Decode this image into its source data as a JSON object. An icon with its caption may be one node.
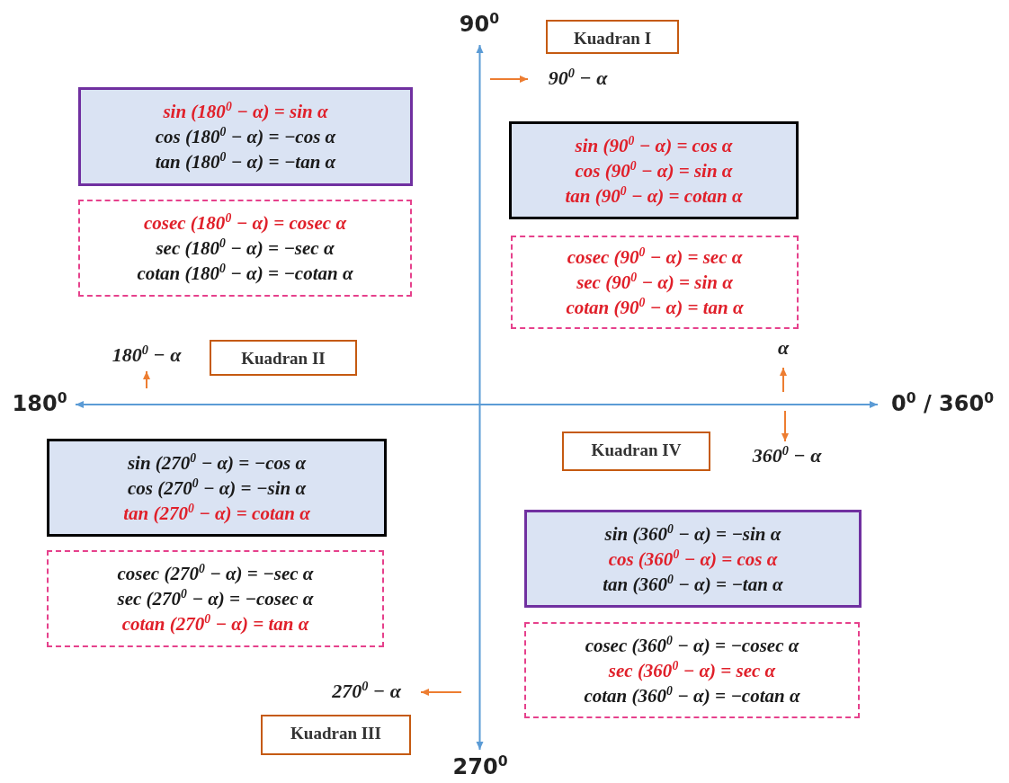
{
  "diagram": {
    "nodes": [
      {
        "text": [
          "90$^{0}$"
        ]
      },
      {
        "text": [
          "Kuadran I"
        ]
      },
      {
        "text": [
          "90$^{0}$ − α"
        ]
      },
      {
        "text": [
          "sin (180$^{0}$ − α) = sin α",
          "cos (180$^{0}$ − α) = −cos α",
          "tan (180$^{0}$ − α) = −tan α"
        ]
      },
      {
        "text": [
          "sin (90$^{0}$ − α) = cos α",
          "cos (90$^{0}$ − α) = sin α",
          "tan (90$^{0}$ − α) = cotan α"
        ]
      },
      {
        "text": [
          "cosec (180$^{0}$ − α) = cosec α",
          "sec (180$^{0}$ − α) = −sec α",
          "cotan (180$^{0}$ − α) = −cotan α"
        ]
      },
      {
        "text": [
          "cosec (90$^{0}$ − α) = sec α",
          "sec (90$^{0}$ − α) = sin α",
          "cotan (90$^{0}$ − α) = tan α"
        ]
      },
      {
        "text": [
          "180$^{0}$ − α"
        ]
      },
      {
        "text": [
          "Kuadran II"
        ]
      },
      {
        "text": [
          "α"
        ]
      },
      {
        "text": [
          "180$^{0}$"
        ]
      },
      {
        "text": [
          "0$^{0}$ / 360$^{0}$"
        ]
      },
      {
        "text": [
          "Kuadran IV"
        ]
      },
      {
        "text": [
          "360$^{0}$ − α"
        ]
      },
      {
        "text": [
          "sin (270$^{0}$ − α) = −cos α",
          "cos (270$^{0}$ − α) = −sin α",
          "tan (270$^{0}$ − α) = cotan α"
        ]
      },
      {
        "text": [
          "sin (360$^{0}$ − α) = −sin α",
          "cos (360$^{0}$ − α) = cos α",
          "tan (360$^{0}$ − α) = −tan α"
        ]
      },
      {
        "text": [
          "cosec (270$^{0}$ − α) = −sec α",
          "sec (270$^{0}$ − α) = −cosec α",
          "cotan (270$^{0}$ − α) = tan α"
        ]
      },
      {
        "text": [
          "cosec (360$^{0}$ − α) = −cosec α",
          "sec (360$^{0}$ − α) = sec α",
          "cotan (360$^{0}$ − α) = −cotan α"
        ]
      },
      {
        "text": [
          "270$^{0}$ − α"
        ]
      },
      {
        "text": [
          "Kuadran III"
        ]
      },
      {
        "text": [
          "270$^{0}$"
        ]
      }
    ],
    "edges": [
      {
        "from": 10,
        "to": 11,
        "arrow": "both",
        "color": "#5b9bd5"
      },
      {
        "from": 0,
        "to": 20,
        "arrow": "both",
        "color": "#5b9bd5"
      },
      {
        "from": null,
        "to": 2,
        "arrow": "to"
      },
      {
        "from": null,
        "to": 7,
        "arrow": "to"
      },
      {
        "from": null,
        "to": 9,
        "arrow": "to"
      },
      {
        "from": null,
        "to": 13,
        "arrow": "to"
      },
      {
        "from": null,
        "to": 18,
        "arrow": "to"
      }
    ]
  }
}
